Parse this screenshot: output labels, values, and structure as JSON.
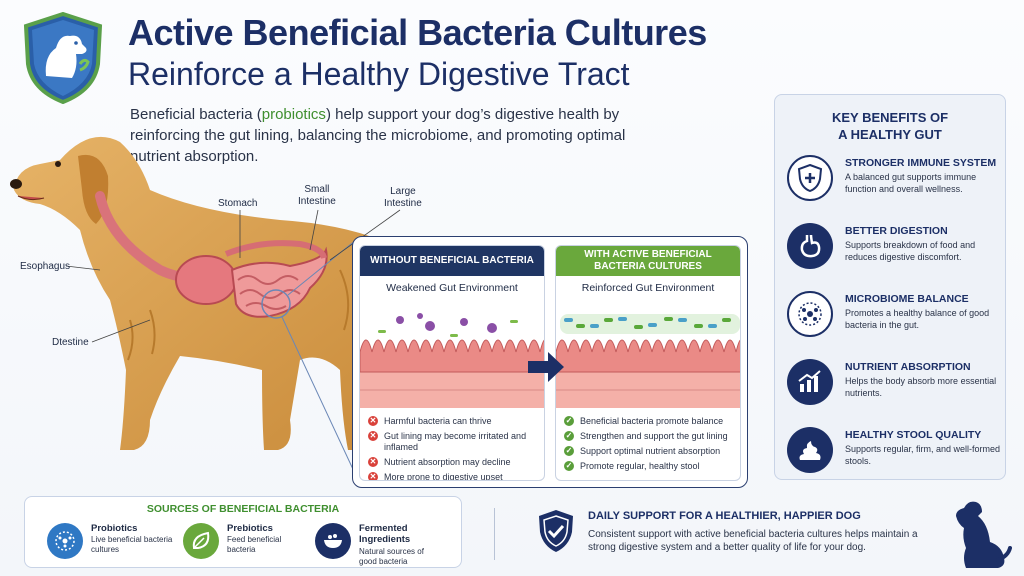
{
  "header": {
    "title_line1": "Active Beneficial Bacteria Cultures",
    "title_line2": "Reinforce a Healthy Digestive Tract",
    "intro_before": "Beneficial bacteria (",
    "intro_highlight": "probiotics",
    "intro_after": ") help support your dog’s digestive health by reinforcing the gut lining, balancing the microbiome, and promoting optimal nutrient absorption."
  },
  "anatomy": {
    "stomach": "Stomach",
    "small_intestine_1": "Small",
    "small_intestine_2": "Intestine",
    "large_intestine_1": "Large",
    "large_intestine_2": "Intestine",
    "esophagus": "Esophagus",
    "intestine": "Dtestine"
  },
  "comparison": {
    "without": {
      "header": "WITHOUT BENEFICIAL BACTERIA",
      "subtitle": "Weakened Gut Environment",
      "items": [
        "Harmful bacteria can thrive",
        "Gut lining may become irritated and inflamed",
        "Nutrient absorption may decline",
        "More prone to digestive upset"
      ]
    },
    "with": {
      "header": "WITH ACTIVE BENEFICIAL BACTERIA CULTURES",
      "subtitle": "Reinforced Gut Environment",
      "items": [
        "Beneficial bacteria promote balance",
        "Strengthen and support the gut lining",
        "Support optimal nutrient absorption",
        "Promote regular, healthy stool"
      ]
    }
  },
  "benefits": {
    "title_line1": "KEY BENEFITS OF",
    "title_line2": "A HEALTHY GUT",
    "items": [
      {
        "name": "STRONGER IMMUNE SYSTEM",
        "desc": "A balanced gut supports immune function and overall wellness.",
        "icon": "shield-plus-icon"
      },
      {
        "name": "BETTER DIGESTION",
        "desc": "Supports breakdown of food and reduces digestive discomfort.",
        "icon": "stomach-icon"
      },
      {
        "name": "MICROBIOME BALANCE",
        "desc": "Promotes a healthy balance of good bacteria in the gut.",
        "icon": "microbe-icon"
      },
      {
        "name": "NUTRIENT ABSORPTION",
        "desc": "Helps the body absorb more essential nutrients.",
        "icon": "growth-chart-icon"
      },
      {
        "name": "HEALTHY STOOL QUALITY",
        "desc": "Supports regular, firm, and well-formed stools.",
        "icon": "stool-icon"
      }
    ]
  },
  "sources": {
    "title": "SOURCES OF BENEFICIAL BACTERIA",
    "items": [
      {
        "name": "Probiotics",
        "desc": "Live beneficial bacteria cultures",
        "icon": "probiotic-icon"
      },
      {
        "name": "Prebiotics",
        "desc": "Feed beneficial bacteria",
        "icon": "leaf-icon"
      },
      {
        "name": "Fermented Ingredients",
        "desc": "Natural sources of good bacteria",
        "icon": "bowl-icon"
      }
    ]
  },
  "daily": {
    "title": "DAILY SUPPORT FOR A HEALTHIER, HAPPIER DOG",
    "desc": "Consistent support with active beneficial bacteria cultures helps maintain a strong digestive system and a better quality of life for your dog."
  },
  "colors": {
    "navy": "#1c2f66",
    "green": "#5a9e3a",
    "red": "#d9413a",
    "gut_pink": "#e9868a"
  }
}
